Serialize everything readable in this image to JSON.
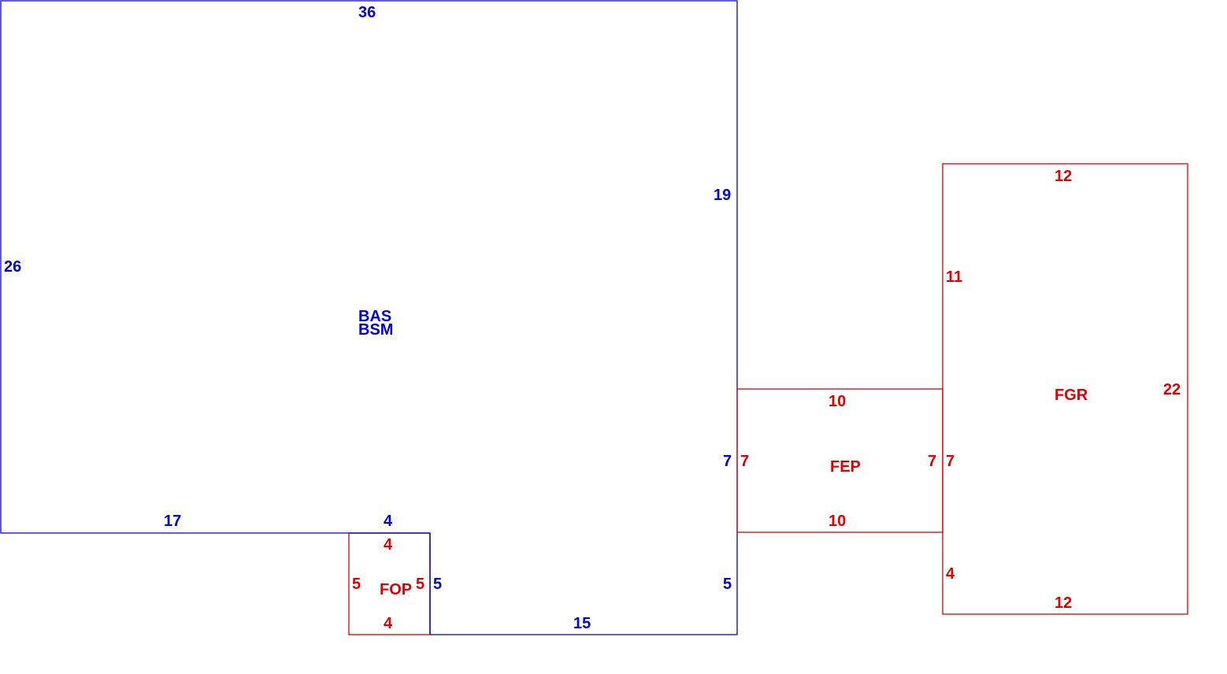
{
  "colors": {
    "bas": "#0000cc",
    "additions": "#dd0000",
    "background": "#ffffff"
  },
  "areas": {
    "bas": {
      "labels": [
        "BAS",
        "BSM"
      ],
      "dims": {
        "top": "36",
        "left": "26",
        "right_upper": "19",
        "right_mid": "7",
        "right_lower": "5",
        "bottom_left": "17",
        "notch_top": "4",
        "notch_right": "5",
        "bottom_right": "15"
      }
    },
    "fop": {
      "label": "FOP",
      "dims": {
        "top": "4",
        "bottom": "4",
        "left": "5",
        "right": "5"
      }
    },
    "fep": {
      "label": "FEP",
      "dims": {
        "top": "10",
        "bottom": "10",
        "left": "7",
        "right": "7"
      }
    },
    "fgr": {
      "label": "FGR",
      "dims": {
        "top": "12",
        "bottom": "12",
        "left_upper": "11",
        "left_mid": "7",
        "left_lower": "4",
        "right": "22"
      }
    }
  }
}
